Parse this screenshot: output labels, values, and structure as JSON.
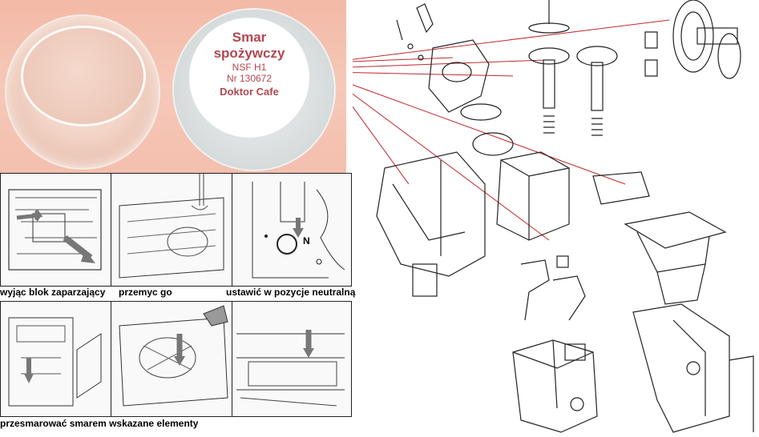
{
  "jar_label": {
    "line1": "Smar",
    "line2": "spożywczy",
    "line3": "NSF H1",
    "line4": "Nr 130672",
    "line5": "Doktor Cafe"
  },
  "steps": {
    "step1": "wyjąc blok zaparzający",
    "step2": "przemyc go",
    "step3": "ustawić w pozycje neutralną",
    "step3_marker": "N",
    "step4": "przesmarować smarem wskazane elementy"
  },
  "colors": {
    "photo_background": "#f4bfae",
    "label_text": "#b04750",
    "pointer_lines": "#c0282d",
    "drawing_ink": "#222222"
  }
}
